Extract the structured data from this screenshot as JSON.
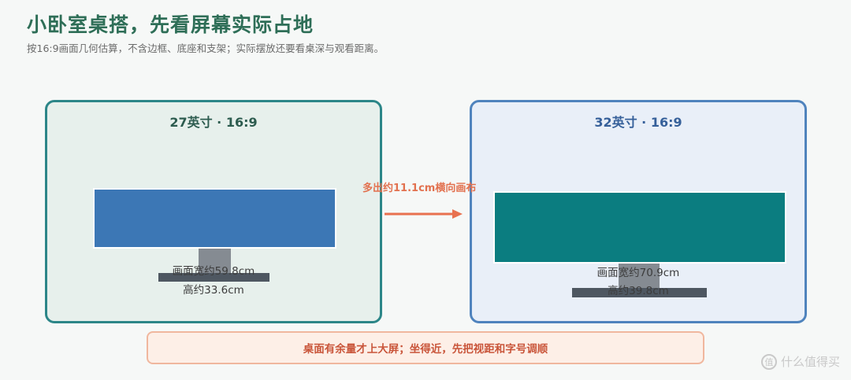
{
  "header": {
    "title": "小卧室桌搭，先看屏幕实际占地",
    "subtitle": "按16:9画面几何估算，不含边框、底座和支架；实际摆放还要看桌深与观看距离。"
  },
  "monitors": [
    {
      "title": "27英寸 · 16:9",
      "width_label": "画面宽约59.8cm",
      "height_label": "高约33.6cm",
      "screen_color": "#3c77b5"
    },
    {
      "title": "32英寸 · 16:9",
      "width_label": "画面宽约70.9cm",
      "height_label": "高约39.8cm",
      "screen_color": "#0b7d80"
    }
  ],
  "comparison": {
    "arrow_label": "多出约11.1cm横向画布",
    "arrow_color": "#e8714f"
  },
  "banner": {
    "text": "桌面有余量才上大屏；坐得近，先把视距和字号调顺"
  },
  "watermark": {
    "text": "什么值得买",
    "logo_glyph": "值"
  }
}
